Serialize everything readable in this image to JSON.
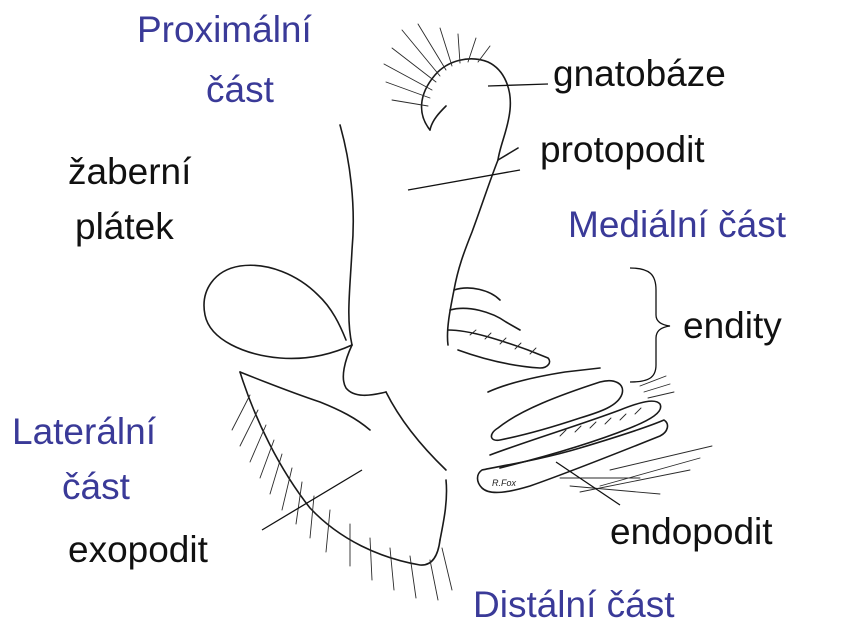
{
  "labels": {
    "proximalni": "Proximální",
    "proximalni_cast": "část",
    "gnatobaze": "gnatobáze",
    "protopodit": "protopodit",
    "zaberni": "žaberní",
    "platek": "plátek",
    "medialni": "Mediální část",
    "endity": "endity",
    "lateralni": "Laterální",
    "lateralni_cast": "část",
    "exopodit": "exopodit",
    "endopodit": "endopodit",
    "distalni": "Distální část"
  },
  "signature": "R.Fox",
  "colors": {
    "region_label": "#3a3a98",
    "part_label": "#111111",
    "line_art": "#1a1a1a"
  }
}
